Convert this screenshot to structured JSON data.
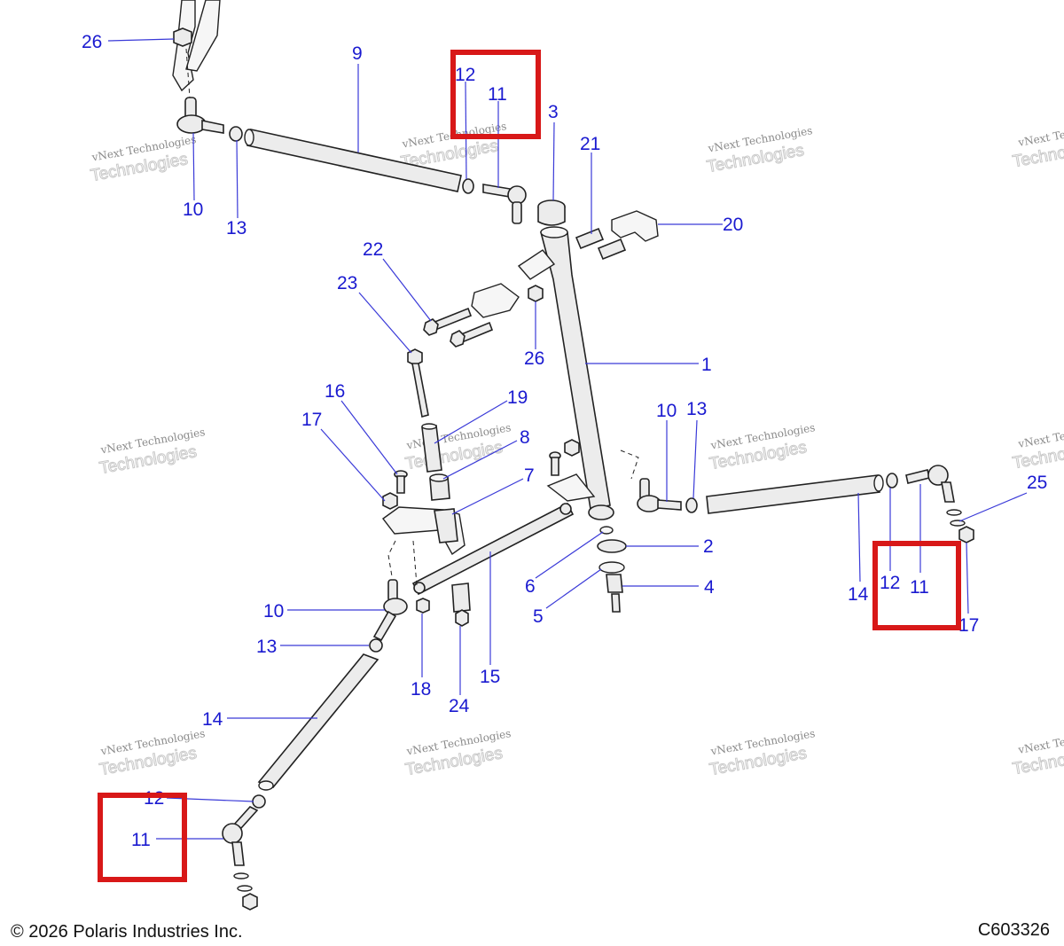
{
  "diagram": {
    "watermark_line1": "vNext Technologies",
    "watermark_line2": "Technologies",
    "callouts": [
      {
        "id": "c26a",
        "text": "26"
      },
      {
        "id": "c9",
        "text": "9"
      },
      {
        "id": "c12a",
        "text": "12"
      },
      {
        "id": "c11a",
        "text": "11"
      },
      {
        "id": "c3",
        "text": "3"
      },
      {
        "id": "c21",
        "text": "21"
      },
      {
        "id": "c20",
        "text": "20"
      },
      {
        "id": "c10a",
        "text": "10"
      },
      {
        "id": "c13a",
        "text": "13"
      },
      {
        "id": "c22",
        "text": "22"
      },
      {
        "id": "c23",
        "text": "23"
      },
      {
        "id": "c26b",
        "text": "26"
      },
      {
        "id": "c1",
        "text": "1"
      },
      {
        "id": "c16",
        "text": "16"
      },
      {
        "id": "c17a",
        "text": "17"
      },
      {
        "id": "c19",
        "text": "19"
      },
      {
        "id": "c8",
        "text": "8"
      },
      {
        "id": "c7",
        "text": "7"
      },
      {
        "id": "c10b",
        "text": "10"
      },
      {
        "id": "c13b",
        "text": "13"
      },
      {
        "id": "c25",
        "text": "25"
      },
      {
        "id": "c2",
        "text": "2"
      },
      {
        "id": "c6",
        "text": "6"
      },
      {
        "id": "c4",
        "text": "4"
      },
      {
        "id": "c5",
        "text": "5"
      },
      {
        "id": "c12b",
        "text": "12"
      },
      {
        "id": "c11b",
        "text": "11"
      },
      {
        "id": "c14a",
        "text": "14"
      },
      {
        "id": "c17b",
        "text": "17"
      },
      {
        "id": "c10c",
        "text": "10"
      },
      {
        "id": "c13c",
        "text": "13"
      },
      {
        "id": "c18",
        "text": "18"
      },
      {
        "id": "c24",
        "text": "24"
      },
      {
        "id": "c15",
        "text": "15"
      },
      {
        "id": "c14b",
        "text": "14"
      },
      {
        "id": "c12c",
        "text": "12"
      },
      {
        "id": "c11c",
        "text": "11"
      }
    ]
  },
  "footer": {
    "copyright": "© 2026 Polaris Industries Inc.",
    "diagram_id": "C603326"
  },
  "colors": {
    "callout": "#1a1ad0",
    "highlight": "#d81818"
  }
}
